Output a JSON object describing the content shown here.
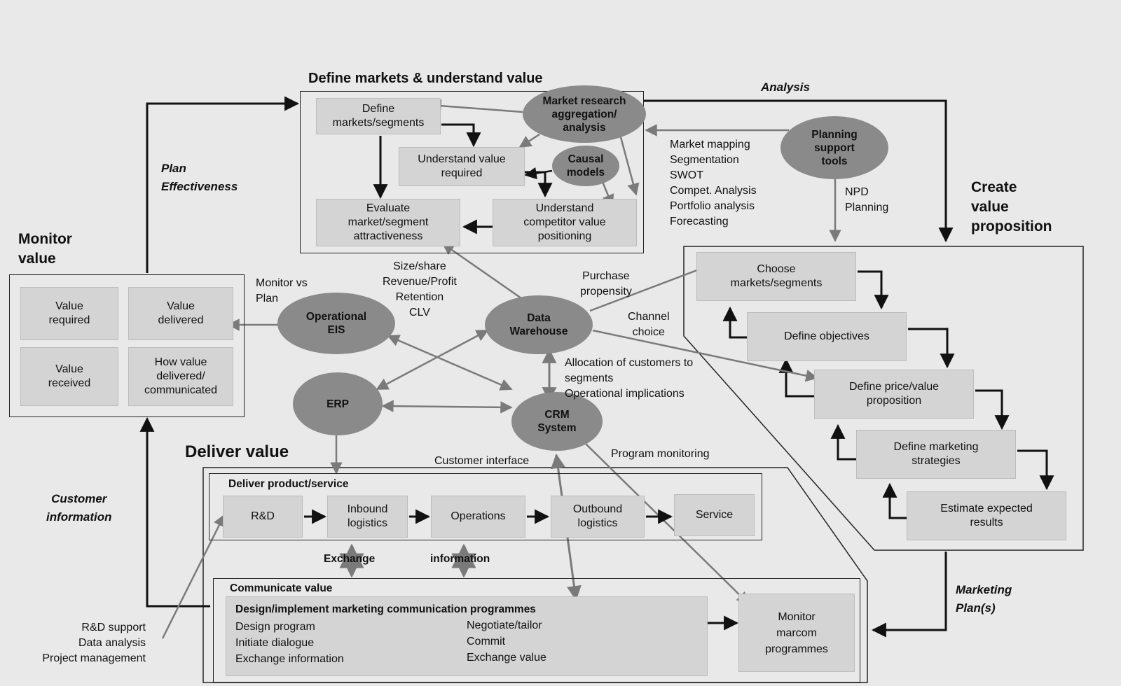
{
  "sections": {
    "define_markets": "Define markets & understand value",
    "create_value": "Create\nvalue\nproposition",
    "monitor_value": "Monitor\nvalue",
    "deliver_value": "Deliver value",
    "deliver_product": "Deliver product/service",
    "communicate_value": "Communicate value"
  },
  "flow_labels": {
    "analysis": "Analysis",
    "plan_effectiveness": "Plan\nEffectiveness",
    "customer_information": "Customer\ninformation",
    "marketing_plans": "Marketing\nPlan(s)",
    "exchange": "Exchange",
    "information": "information"
  },
  "define_boxes": {
    "define_markets": "Define\nmarkets/segments",
    "understand_value": "Understand value\nrequired",
    "evaluate": "Evaluate\nmarket/segment\nattractiveness",
    "competitor": "Understand\ncompetitor value\npositioning"
  },
  "nodes": {
    "market_research": "Market research\naggregation/\nanalysis",
    "causal_models": "Causal\nmodels",
    "planning_tools": "Planning\nsupport\ntools",
    "operational_eis": "Operational\nEIS",
    "data_warehouse": "Data\nWarehouse",
    "erp": "ERP",
    "crm": "CRM\nSystem"
  },
  "planning_list": "Market mapping\nSegmentation\nSWOT\nCompet. Analysis\nPortfolio analysis\nForecasting",
  "npd": "NPD\nPlanning",
  "create_boxes": {
    "choose": "Choose\nmarkets/segments",
    "objectives": "Define objectives",
    "price": "Define price/value\nproposition",
    "strategies": "Define marketing\nstrategies",
    "estimate": "Estimate expected\nresults"
  },
  "monitor_boxes": {
    "required": "Value\nrequired",
    "delivered": "Value\ndelivered",
    "received": "Value\nreceived",
    "how": "How value\ndelivered/\ncommunicated"
  },
  "annotations": {
    "monitor_plan": "Monitor vs\nPlan",
    "size_share": "Size/share\nRevenue/Profit\nRetention\nCLV",
    "purchase": "Purchase\npropensity",
    "channel": "Channel\nchoice",
    "allocation": "Allocation of customers to\nsegments\nOperational implications",
    "customer_interface": "Customer interface",
    "program_monitoring": "Program monitoring",
    "rd_support": "R&D support\nData analysis\nProject management"
  },
  "delivery_chain": [
    "R&D",
    "Inbound\nlogistics",
    "Operations",
    "Outbound\nlogistics",
    "Service"
  ],
  "communicate": {
    "heading": "Design/implement marketing communication programmes",
    "col1": "Design program\nInitiate dialogue\nExchange information",
    "col2": "Negotiate/tailor\nCommit\nExchange value",
    "monitor_marcom": "Monitor\nmarcom\nprogrammes"
  },
  "colors": {
    "background": "#e9e9e9",
    "box_fill": "#d4d4d4",
    "node_fill": "#8a8a8a",
    "black_arrow": "#111111",
    "grey_arrow": "#7a7a7a"
  }
}
